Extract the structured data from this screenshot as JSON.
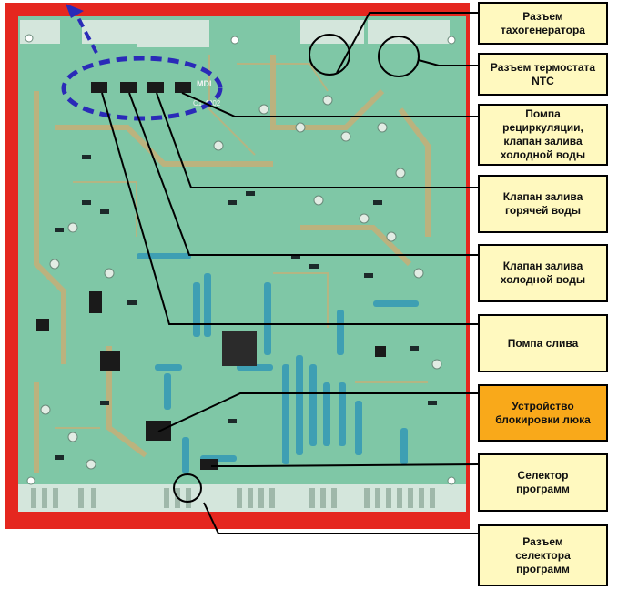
{
  "board": {
    "silkscreen_brand": "MDL",
    "silkscreen_code": "C1.4802",
    "colors": {
      "frame": "#e5271f",
      "pcb": "#7fc7a6",
      "trace": "#c2b07a",
      "callout_line": "#000000",
      "highlight_ellipse": "#2a2ab8",
      "label_bg": "#fff9bf",
      "label_bg_highlight": "#f9a91a"
    }
  },
  "labels": [
    {
      "id": "tacho",
      "text": "Разъем\nтахогенератора",
      "highlight": false
    },
    {
      "id": "ntc",
      "text": "Разъем термостата\nNTC",
      "highlight": false
    },
    {
      "id": "recirc",
      "text": "Помпа\nрециркуляции,\nклапан залива\nхолодной воды",
      "highlight": false
    },
    {
      "id": "hot-valve",
      "text": "Клапан залива\nгорячей воды",
      "highlight": false
    },
    {
      "id": "cold-valve",
      "text": "Клапан залива\nхолодной воды",
      "highlight": false
    },
    {
      "id": "drain",
      "text": "Помпа слива",
      "highlight": false
    },
    {
      "id": "door-lock",
      "text": "Устройство\nблокировки люка",
      "highlight": true
    },
    {
      "id": "selector",
      "text": "Селектор\nпрограмм",
      "highlight": false
    },
    {
      "id": "selector-conn",
      "text": "Разъем\nселектора\nпрограмм",
      "highlight": false
    }
  ]
}
